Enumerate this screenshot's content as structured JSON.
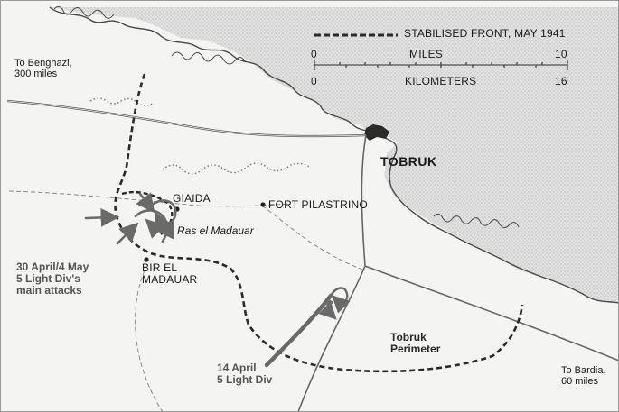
{
  "legend": {
    "front_label": "STABILISED FRONT, MAY 1941",
    "miles_label": "MILES",
    "miles_start": "0",
    "miles_end": "10",
    "km_label": "KILOMETERS",
    "km_start": "0",
    "km_end": "16"
  },
  "places": {
    "benghazi_line1": "To Benghazi,",
    "benghazi_line2": "300 miles",
    "tobruk": "TOBRUK",
    "giaida": "GIAIDA",
    "fort_pilastrino": "FORT PILASTRINO",
    "ras_el_madauar": "Ras el Madauar",
    "bir_el_madauar_line1": "BIR EL",
    "bir_el_madauar_line2": "MADAUAR",
    "bardia_line1": "To Bardia,",
    "bardia_line2": "60 miles"
  },
  "annotations": {
    "attack_line1": "30 April/4 May",
    "attack_line2": "5 Light Div's",
    "attack_line3": "main attacks",
    "perimeter_line1": "Tobruk",
    "perimeter_line2": "Perimeter",
    "april_line1": "14 April",
    "april_line2": "5 Light Div"
  },
  "colors": {
    "land": "#f4f4f2",
    "sea": "#dcdcdc",
    "coast": "#4a4a4a",
    "front": "#2b2b2b",
    "arrow": "#6a6a6a",
    "road": "#7a7a7a"
  }
}
